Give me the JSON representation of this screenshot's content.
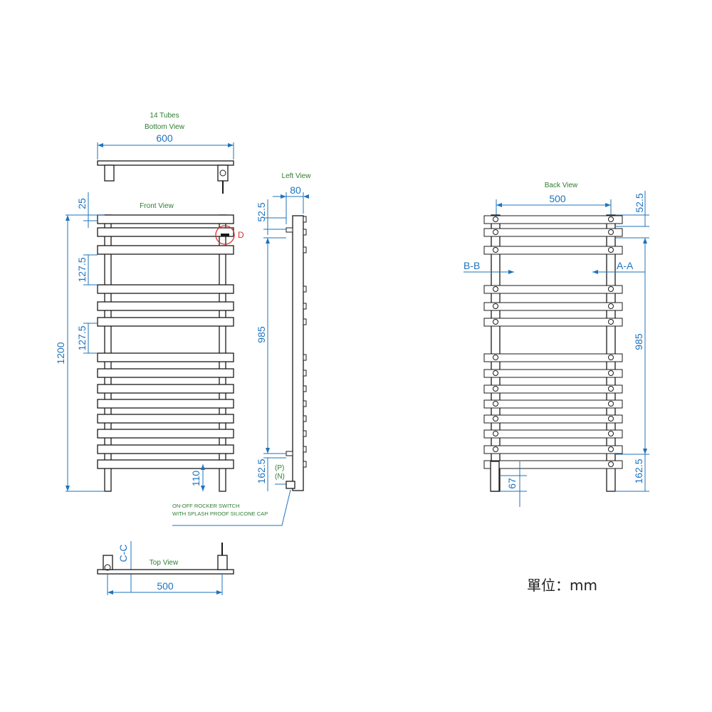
{
  "views": {
    "bottom": {
      "tubes_label": "14 Tubes",
      "title": "Bottom View",
      "width_dim": "600"
    },
    "front": {
      "title": "Front View",
      "top_gap": "25",
      "spacing_1": "127.5",
      "spacing_2": "127.5",
      "height": "1200",
      "leg": "110",
      "detail_marker": "D"
    },
    "left": {
      "title": "Left View",
      "depth": "80",
      "top_offset": "52.5",
      "bracket_span": "985",
      "bottom_offset": "162.5",
      "live": "(P)",
      "neutral": "(N)"
    },
    "switch_note": {
      "line1": "ON-OFF ROCKER SWITCH",
      "line2": "WITH SPLASH PROOF SILICONE CAP"
    },
    "top": {
      "title": "Top View",
      "section": "C-C",
      "width_dim": "500"
    },
    "back": {
      "title": "Back View",
      "width_dim": "500",
      "section_left": "B-B",
      "section_right": "A-A",
      "top_offset": "52.5",
      "bracket_span": "985",
      "bottom_offset": "162.5",
      "cable": "67"
    }
  },
  "unit_label": "單位：mm",
  "colors": {
    "dimension": "#1e73be",
    "label": "#2e7d32",
    "outline": "#1a1a1a",
    "detail": "#d9302c"
  }
}
